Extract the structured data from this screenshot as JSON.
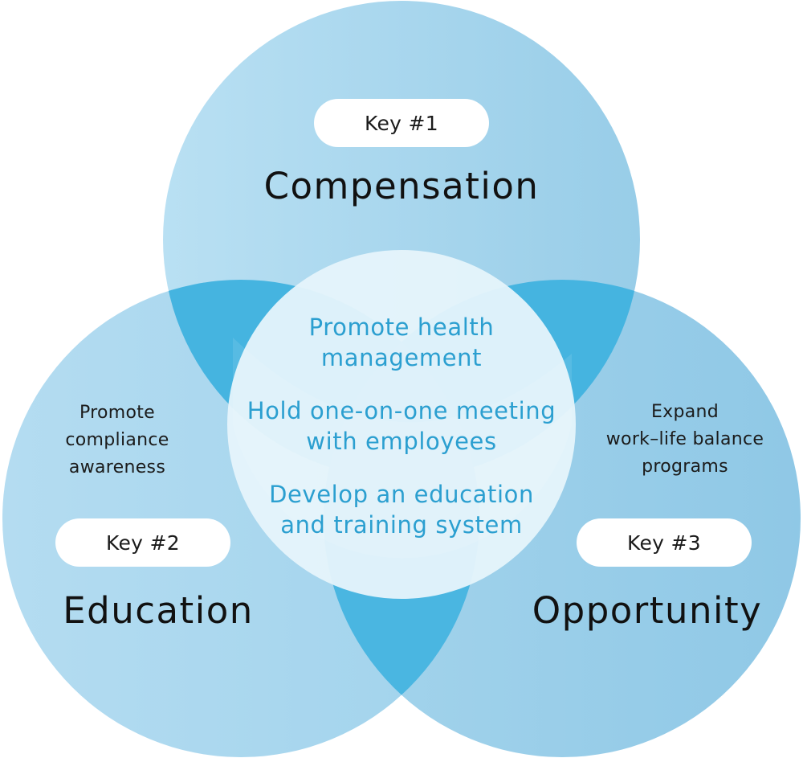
{
  "colors": {
    "circle_fill": "#a7d6ee",
    "overlap_fill": "#45b4e0",
    "center_fill": "#e6f4fb",
    "center_text": "#2b9fd0",
    "pill_fill": "#ffffff"
  },
  "keys": [
    {
      "key_label": "Key #1",
      "title": "Compensation",
      "description_lines": []
    },
    {
      "key_label": "Key #2",
      "title": "Education",
      "description_lines": [
        "Promote",
        "compliance",
        "awareness"
      ]
    },
    {
      "key_label": "Key #3",
      "title": "Opportunity",
      "description_lines": [
        "Expand",
        "work–life balance",
        "programs"
      ]
    }
  ],
  "center": {
    "items": [
      {
        "lines": [
          "Promote health",
          "management"
        ]
      },
      {
        "lines": [
          "Hold one-on-one meeting",
          "with employees"
        ]
      },
      {
        "lines": [
          "Develop an education",
          "and training system"
        ]
      }
    ]
  }
}
